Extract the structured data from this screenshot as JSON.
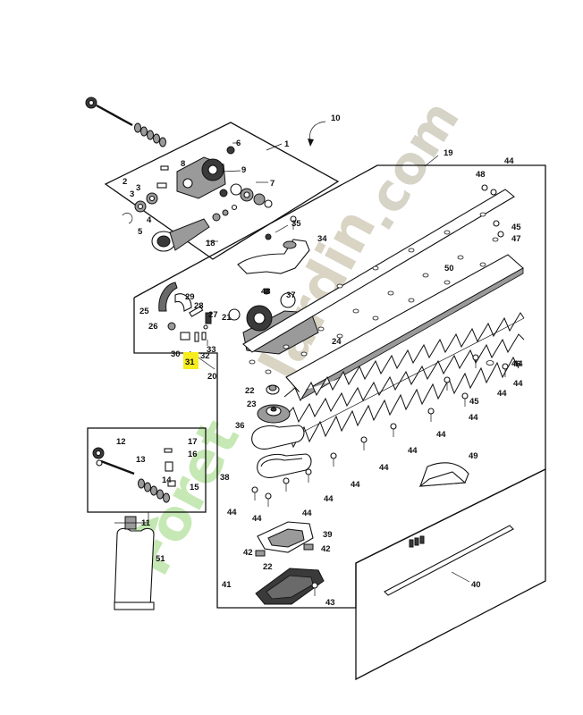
{
  "diagram": {
    "type": "exploded parts diagram",
    "highlighted_callout": "31",
    "highlight_color": "#f7ec1c",
    "watermark_colors": {
      "foret": "#b7e3a2",
      "jardin": "#c9c2aa",
      "com": "#c6c1b0",
      "leaf": "#b7e3a2"
    }
  },
  "watermark": {
    "part_a": "Foret",
    "part_b": "Jardin",
    "part_c": ".com"
  },
  "callouts": {
    "c1": "1",
    "c2": "2",
    "c3": "3",
    "c3b": "3",
    "c4": "4",
    "c5": "5",
    "c6": "6",
    "c7": "7",
    "c8": "8",
    "c9": "9",
    "c10": "10",
    "c11": "11",
    "c12": "12",
    "c13": "13",
    "c14": "14",
    "c15": "15",
    "c16": "16",
    "c17": "17",
    "c18": "18",
    "c19": "19",
    "c20": "20",
    "c21": "21",
    "c22": "22",
    "c22b": "22",
    "c23": "23",
    "c24": "24",
    "c25": "25",
    "c26": "26",
    "c27": "27",
    "c28": "28",
    "c29": "29",
    "c30": "30",
    "c31": "31",
    "c32": "32",
    "c33": "33",
    "c34": "34",
    "c35": "35",
    "c36": "36",
    "c37": "37",
    "c38": "38",
    "c39": "39",
    "c40": "40",
    "c41": "41",
    "c42a": "42",
    "c42b": "42",
    "c43": "43",
    "c44a": "44",
    "c44b": "44",
    "c44c": "44",
    "c44d": "44",
    "c44e": "44",
    "c44f": "44",
    "c44g": "44",
    "c44h": "44",
    "c44i": "44",
    "c44j": "44",
    "c44k": "44",
    "c44l": "44",
    "c44m": "44",
    "c45a": "45",
    "c45b": "45",
    "c46": "46",
    "c47": "47",
    "c48": "48",
    "c49": "49",
    "c50": "50",
    "c51": "51"
  }
}
